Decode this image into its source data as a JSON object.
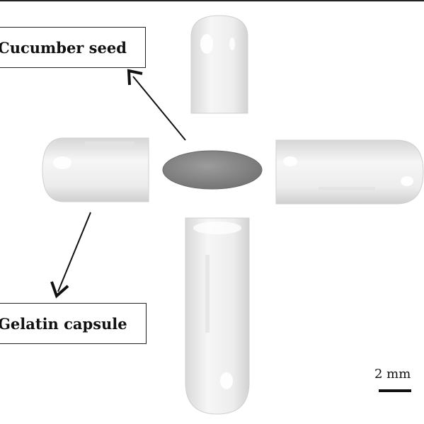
{
  "labels": {
    "seed": "Cucumber seed",
    "capsule": "Gelatin capsule"
  },
  "scale_bar": {
    "text": "2 mm"
  },
  "colors": {
    "seed": "#8a8a8a",
    "capsule": "#ececec",
    "outline": "#111111"
  }
}
